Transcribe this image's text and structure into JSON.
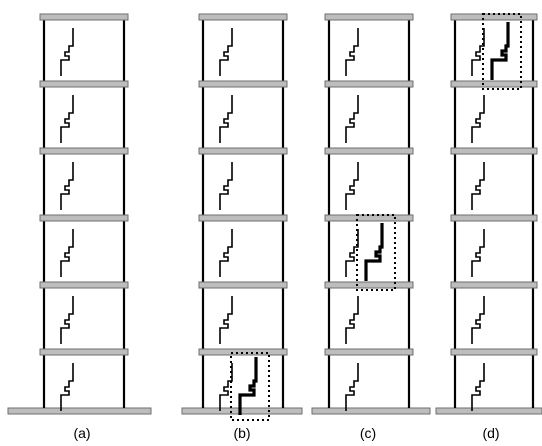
{
  "figure": {
    "stories": 6,
    "panels": [
      {
        "label": "(a)",
        "highlighted_story": null
      },
      {
        "label": "(b)",
        "highlighted_story": 1
      },
      {
        "label": "(c)",
        "highlighted_story": 3
      },
      {
        "label": "(d)",
        "highlighted_story": 6
      }
    ],
    "colors": {
      "slab": "#bdbdbd",
      "structure": "#000000",
      "ground": "#bdbdbd"
    }
  }
}
